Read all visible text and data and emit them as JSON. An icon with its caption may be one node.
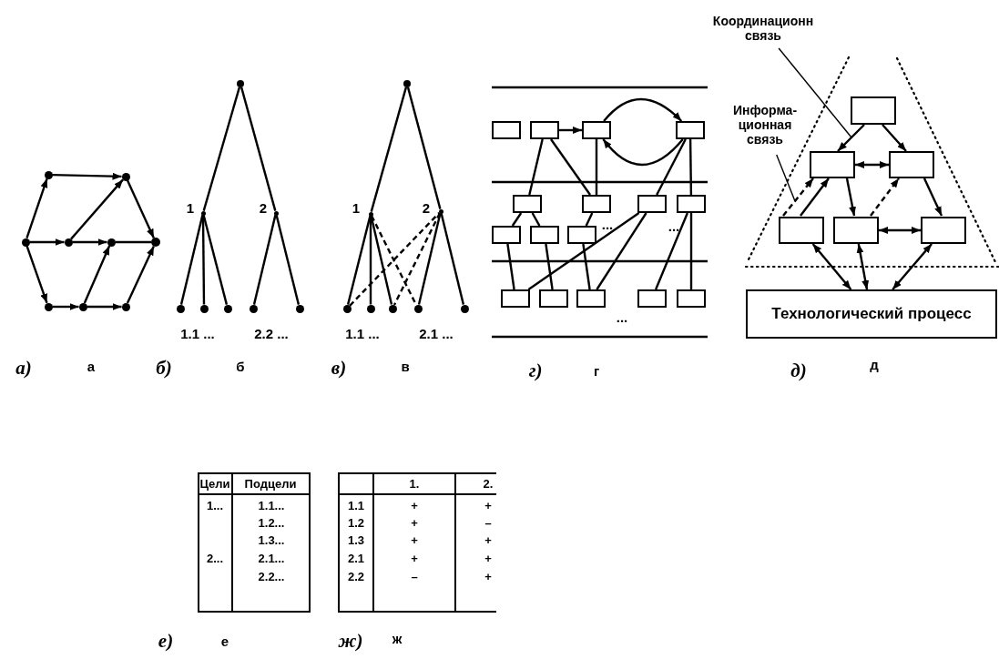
{
  "diagram": {
    "nodes": [
      {
        "text": [],
        "shape": "circle"
      },
      {
        "text": [],
        "shape": "circle"
      },
      {
        "text": [],
        "shape": "circle"
      },
      {
        "text": [],
        "shape": "circle"
      },
      {
        "text": [],
        "shape": "circle"
      },
      {
        "text": [],
        "shape": "circle"
      },
      {
        "text": [],
        "shape": "circle"
      },
      {
        "text": [],
        "shape": "circle"
      },
      {
        "text": [],
        "shape": "circle"
      },
      {
        "text": [],
        "shape": "circle"
      },
      {
        "text": [],
        "shape": "circle",
        "beside": [
          "1"
        ]
      },
      {
        "text": [],
        "shape": "circle",
        "beside": [
          "2"
        ]
      },
      {
        "text": [],
        "shape": "circle"
      },
      {
        "text": [],
        "shape": "circle"
      },
      {
        "text": [],
        "shape": "circle"
      },
      {
        "text": [],
        "shape": "circle"
      },
      {
        "text": [],
        "shape": "circle"
      },
      {
        "text": [],
        "shape": "circle"
      },
      {
        "text": [],
        "shape": "circle",
        "beside": [
          "1"
        ]
      },
      {
        "text": [],
        "shape": "circle",
        "beside": [
          "2"
        ]
      },
      {
        "text": [],
        "shape": "circle"
      },
      {
        "text": [],
        "shape": "circle"
      },
      {
        "text": [],
        "shape": "circle"
      },
      {
        "text": [],
        "shape": "circle"
      },
      {
        "text": [],
        "shape": "circle"
      },
      {
        "text": [],
        "shape": "box"
      },
      {
        "text": [],
        "shape": "box"
      },
      {
        "text": [],
        "shape": "box"
      },
      {
        "text": [],
        "shape": "box"
      },
      {
        "text": [],
        "shape": "box"
      },
      {
        "text": [],
        "shape": "box"
      },
      {
        "text": [],
        "shape": "box"
      },
      {
        "text": [],
        "shape": "box"
      },
      {
        "text": [],
        "shape": "box"
      },
      {
        "text": [],
        "shape": "box"
      },
      {
        "text": [],
        "shape": "box"
      },
      {
        "text": [],
        "shape": "box"
      },
      {
        "text": [],
        "shape": "box"
      },
      {
        "text": [],
        "shape": "box"
      },
      {
        "text": [],
        "shape": "box"
      },
      {
        "text": [],
        "shape": "box"
      },
      {
        "text": [
          "Координационн связь"
        ]
      },
      {
        "text": [
          "Информа- ционная связь"
        ]
      },
      {
        "text": [],
        "shape": "box"
      },
      {
        "text": [],
        "shape": "box"
      },
      {
        "text": [],
        "shape": "box"
      },
      {
        "text": [],
        "shape": "box"
      },
      {
        "text": [],
        "shape": "box"
      },
      {
        "text": [],
        "shape": "box"
      },
      {
        "text": [
          "Технологический процесс"
        ]
      }
    ],
    "edges": [
      {
        "from": 0,
        "to": 1,
        "arrow": "to"
      },
      {
        "from": 1,
        "to": 2,
        "arrow": "to"
      },
      {
        "from": 2,
        "to": 5,
        "arrow": "to"
      },
      {
        "from": 0,
        "to": 3,
        "arrow": "to"
      },
      {
        "from": 3,
        "to": 4,
        "arrow": "to"
      },
      {
        "from": 4,
        "to": 5,
        "arrow": "none"
      },
      {
        "from": 3,
        "to": 2,
        "arrow": "to"
      },
      {
        "from": 0,
        "to": 6,
        "arrow": "to"
      },
      {
        "from": 6,
        "to": 7,
        "arrow": "to"
      },
      {
        "from": 7,
        "to": 8,
        "arrow": "to"
      },
      {
        "from": 7,
        "to": 4,
        "arrow": "to"
      },
      {
        "from": 8,
        "to": 5,
        "arrow": "to"
      },
      {
        "from": 9,
        "to": 10,
        "arrow": "none"
      },
      {
        "from": 9,
        "to": 11,
        "arrow": "none"
      },
      {
        "from": 10,
        "to": 12,
        "arrow": "none"
      },
      {
        "from": 10,
        "to": 13,
        "arrow": "none"
      },
      {
        "from": 10,
        "to": 14,
        "arrow": "none"
      },
      {
        "from": 11,
        "to": 15,
        "arrow": "none"
      },
      {
        "from": 11,
        "to": 16,
        "arrow": "none"
      },
      {
        "from": 17,
        "to": 18,
        "arrow": "none"
      },
      {
        "from": 17,
        "to": 19,
        "arrow": "none"
      },
      {
        "from": 18,
        "to": 20,
        "arrow": "none"
      },
      {
        "from": 18,
        "to": 21,
        "arrow": "none"
      },
      {
        "from": 18,
        "to": 22,
        "arrow": "none"
      },
      {
        "from": 19,
        "to": 23,
        "arrow": "none"
      },
      {
        "from": 19,
        "to": 24,
        "arrow": "none"
      },
      {
        "from": 20,
        "to": 19,
        "arrow": "none",
        "style": "dashed"
      },
      {
        "from": 18,
        "to": 23,
        "arrow": "none",
        "style": "dashed"
      },
      {
        "from": 19,
        "to": 22,
        "arrow": "none",
        "style": "dashed"
      },
      {
        "from": 26,
        "to": 27,
        "arrow": "to"
      },
      {
        "from": 27,
        "to": 28,
        "arrow": "to"
      },
      {
        "from": 28,
        "to": 27,
        "arrow": "to"
      },
      {
        "from": 26,
        "to": 29,
        "arrow": "none"
      },
      {
        "from": 26,
        "to": 30,
        "arrow": "none"
      },
      {
        "from": 30,
        "to": 27,
        "arrow": "none"
      },
      {
        "from": 28,
        "to": 31,
        "arrow": "none"
      },
      {
        "from": 28,
        "to": 32,
        "arrow": "none"
      },
      {
        "from": 29,
        "to": 33,
        "arrow": "none"
      },
      {
        "from": 29,
        "to": 34,
        "arrow": "none"
      },
      {
        "from": 30,
        "to": 35,
        "arrow": "none"
      },
      {
        "from": 33,
        "to": 36,
        "arrow": "none"
      },
      {
        "from": 34,
        "to": 37,
        "arrow": "none"
      },
      {
        "from": 35,
        "to": 38,
        "arrow": "none"
      },
      {
        "from": 31,
        "to": 36,
        "arrow": "none"
      },
      {
        "from": 31,
        "to": 38,
        "arrow": "none"
      },
      {
        "from": 32,
        "to": 39,
        "arrow": "none"
      },
      {
        "from": 32,
        "to": 40,
        "arrow": "none"
      },
      {
        "from": 43,
        "to": 44,
        "arrow": "to"
      },
      {
        "from": 43,
        "to": 45,
        "arrow": "to"
      },
      {
        "from": 44,
        "to": 45,
        "arrow": "both"
      },
      {
        "from": 46,
        "to": 44,
        "arrow": "to"
      },
      {
        "from": 44,
        "to": 47,
        "arrow": "to"
      },
      {
        "from": 45,
        "to": 48,
        "arrow": "to"
      },
      {
        "from": 47,
        "to": 48,
        "arrow": "both"
      },
      {
        "from": 47,
        "to": 45,
        "arrow": "to",
        "style": "dashed"
      },
      {
        "from": 46,
        "to": 44,
        "arrow": "to",
        "style": "dashed"
      },
      {
        "from": 46,
        "to": 49,
        "arrow": "both"
      },
      {
        "from": 47,
        "to": 49,
        "arrow": "both"
      },
      {
        "from": 48,
        "to": 49,
        "arrow": "both"
      },
      {
        "from": 41,
        "to": null,
        "arrow": "none"
      },
      {
        "from": 42,
        "to": null,
        "arrow": "none"
      }
    ],
    "labels": [
      "1.1 ...",
      "2.2 ...",
      "1.1 ...",
      "2.1 ...",
      "...",
      "...",
      "...",
      "а)",
      "а",
      "б)",
      "б",
      "в)",
      "в",
      "г)",
      "г",
      "д)",
      "д",
      "Цели",
      "Подцели",
      "1...",
      "1.1...",
      "1.2...",
      "1.3...",
      "2...",
      "2.1...",
      "2.2...",
      "1.",
      "2.",
      "1.1",
      "+",
      "+",
      "1.2",
      "+",
      "–",
      "1.3",
      "+",
      "+",
      "2.1",
      "+",
      "+",
      "2.2",
      "–",
      "+",
      "е)",
      "е",
      "ж)",
      "ж"
    ]
  }
}
